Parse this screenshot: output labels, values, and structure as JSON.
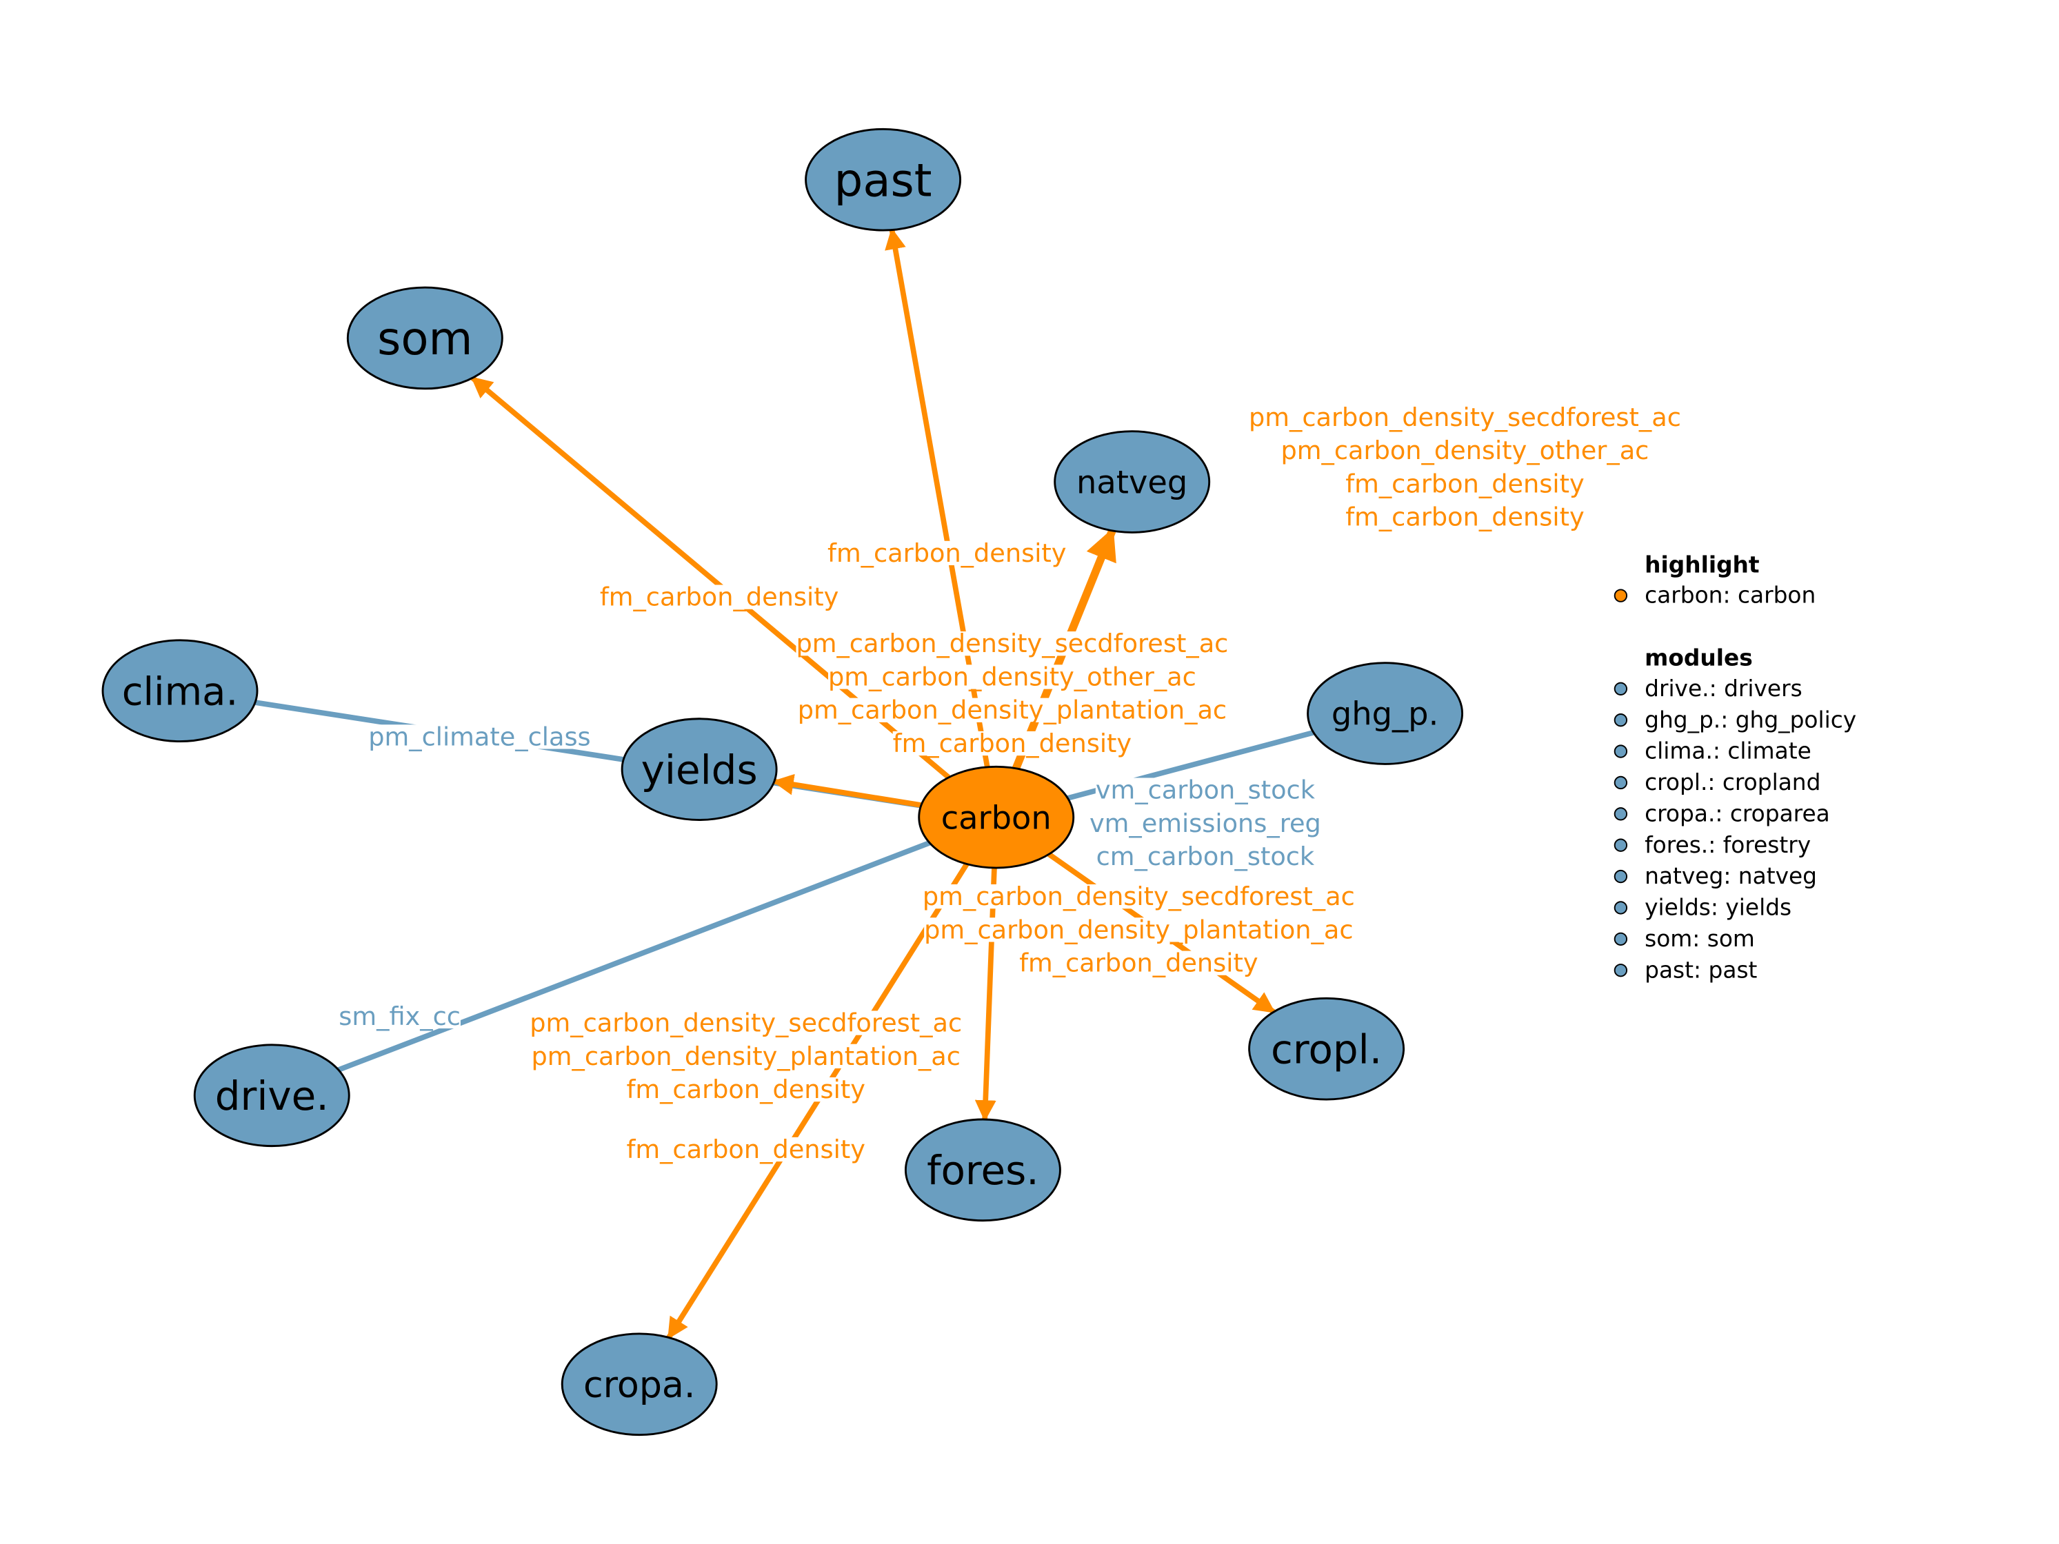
{
  "colors": {
    "module": "#6a9ec0",
    "highlight": "#ff8c00",
    "stroke": "#000000"
  },
  "nodes": [
    {
      "id": "past",
      "label": "past",
      "highlight": false
    },
    {
      "id": "som",
      "label": "som",
      "highlight": false
    },
    {
      "id": "natveg",
      "label": "natveg",
      "highlight": false
    },
    {
      "id": "clima",
      "label": "clima.",
      "highlight": false
    },
    {
      "id": "ghg_p",
      "label": "ghg_p.",
      "highlight": false
    },
    {
      "id": "yields",
      "label": "yields",
      "highlight": false
    },
    {
      "id": "carbon",
      "label": "carbon",
      "highlight": true
    },
    {
      "id": "drive",
      "label": "drive.",
      "highlight": false
    },
    {
      "id": "cropl",
      "label": "cropl.",
      "highlight": false
    },
    {
      "id": "fores",
      "label": "fores.",
      "highlight": false
    },
    {
      "id": "cropa",
      "label": "cropa.",
      "highlight": false
    }
  ],
  "edges": [
    {
      "source": "carbon",
      "target": "past",
      "labels": [
        "fm_carbon_density"
      ]
    },
    {
      "source": "carbon",
      "target": "som",
      "labels": [
        "fm_carbon_density"
      ]
    },
    {
      "source": "carbon",
      "target": "natveg",
      "labels": [
        "pm_carbon_density_secdforest_ac",
        "pm_carbon_density_other_ac",
        "fm_carbon_density",
        "fm_carbon_density"
      ]
    },
    {
      "source": "clima",
      "target": "carbon",
      "labels": [
        "pm_climate_class"
      ]
    },
    {
      "source": "ghg_p",
      "target": "carbon",
      "labels": [
        "vm_carbon_stock",
        "vm_emissions_reg",
        "cm_carbon_stock"
      ]
    },
    {
      "source": "carbon",
      "target": "yields",
      "labels": [
        "pm_carbon_density_secdforest_ac",
        "pm_carbon_density_other_ac",
        "pm_carbon_density_plantation_ac",
        "fm_carbon_density"
      ]
    },
    {
      "source": "drive",
      "target": "carbon",
      "labels": [
        "sm_fix_cc"
      ]
    },
    {
      "source": "carbon",
      "target": "cropl",
      "labels": [
        "pm_carbon_density_secdforest_ac",
        "pm_carbon_density_plantation_ac",
        "fm_carbon_density"
      ]
    },
    {
      "source": "carbon",
      "target": "fores",
      "labels": [
        "pm_carbon_density_secdforest_ac",
        "pm_carbon_density_plantation_ac",
        "fm_carbon_density"
      ]
    },
    {
      "source": "carbon",
      "target": "cropa",
      "labels": [
        "fm_carbon_density"
      ]
    }
  ],
  "legend": {
    "highlight_title": "highlight",
    "highlight_items": [
      "carbon: carbon"
    ],
    "modules_title": "modules",
    "module_items": [
      "drive.: drivers",
      "ghg_p.: ghg_policy",
      "clima.: climate",
      "cropl.: cropland",
      "cropa.: croparea",
      "fores.: forestry",
      "natveg: natveg",
      "yields: yields",
      "som: som",
      "past: past"
    ]
  }
}
